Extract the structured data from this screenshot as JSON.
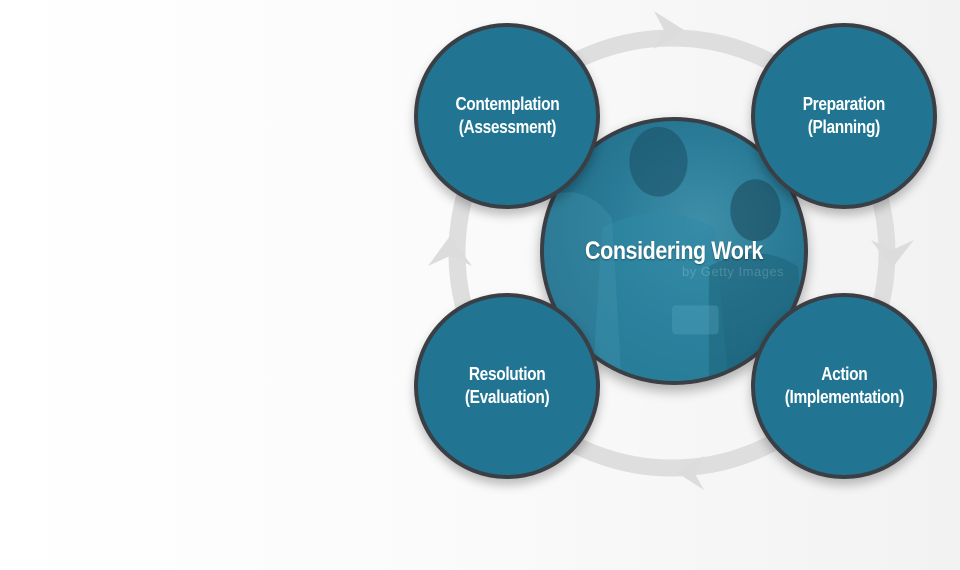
{
  "diagram": {
    "center": {
      "label": "Considering Work",
      "watermark": "by Getty Images"
    },
    "stages": [
      {
        "line1": "Contemplation",
        "line2": "(Assessment)"
      },
      {
        "line1": "Preparation",
        "line2": "(Planning)"
      },
      {
        "line1": "Action",
        "line2": "(Implementation)"
      },
      {
        "line1": "Resolution",
        "line2": "(Evaluation)"
      }
    ],
    "colors": {
      "node_fill": "#217592",
      "node_border": "#3a3f45",
      "ring": "#dcdcdc",
      "text": "#ffffff"
    }
  }
}
